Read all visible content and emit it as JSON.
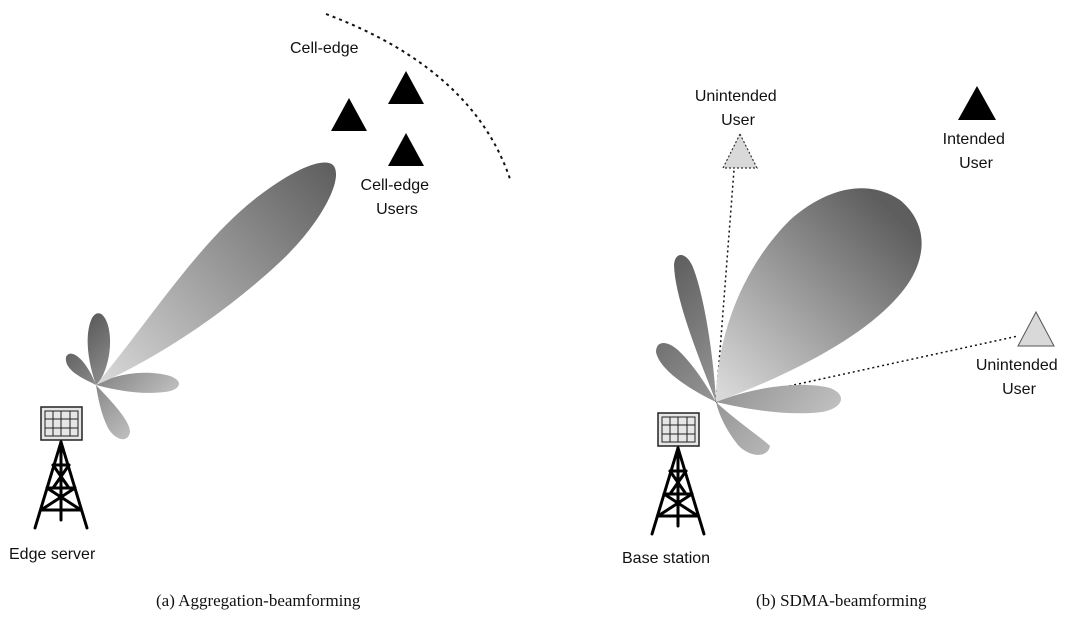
{
  "panel_a": {
    "cell_edge_label": "Cell-edge",
    "users_label_line1": "Cell-edge",
    "users_label_line2": "Users",
    "server_label": "Edge server",
    "caption": "(a)  Aggregation-beamforming"
  },
  "panel_b": {
    "unintended_top_line1": "Unintended",
    "unintended_top_line2": "User",
    "intended_line1": "Intended",
    "intended_line2": "User",
    "unintended_right_line1": "Unintended",
    "unintended_right_line2": "User",
    "station_label": "Base station",
    "caption": "(b)  SDMA-beamforming"
  },
  "colors": {
    "user_fill": "#000000",
    "unintended_fill": "#d9d9d9",
    "beam_dark": "#5e5e5e",
    "beam_light": "#d6d6d6"
  }
}
